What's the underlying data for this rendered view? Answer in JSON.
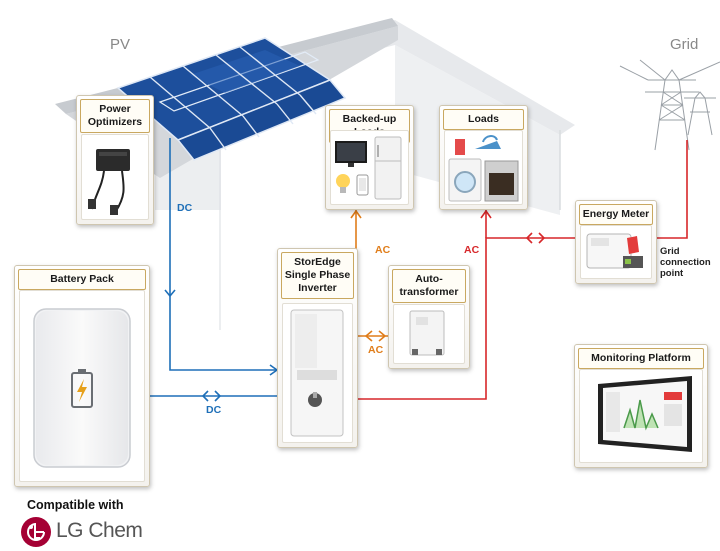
{
  "labels": {
    "pv": "PV",
    "grid": "Grid",
    "dc_top": "DC",
    "dc_bottom": "DC",
    "ac_backed": "AC",
    "ac_auto": "AC",
    "ac_loads": "AC",
    "grid_connection": "Grid\nconnection\npoint",
    "compatible_with": "Compatible with",
    "brand": "LG Chem"
  },
  "cards": {
    "power_optimizers": "Power\nOptimizers",
    "backed_up_loads": "Backed-up Loads",
    "loads": "Loads",
    "energy_meter": "Energy Meter",
    "battery_pack": "Battery Pack",
    "inverter": "StorEdge\nSingle Phase\nInverter",
    "auto_transformer": "Auto-\ntransformer",
    "monitoring_platform": "Monitoring Platform"
  },
  "colors": {
    "dc_line": "#1e6fb8",
    "ac_orange": "#e07d1a",
    "ac_red": "#d7272a",
    "roof": "#d4d7db",
    "panel": "#1d4f9c",
    "lg_red": "#a50034"
  }
}
